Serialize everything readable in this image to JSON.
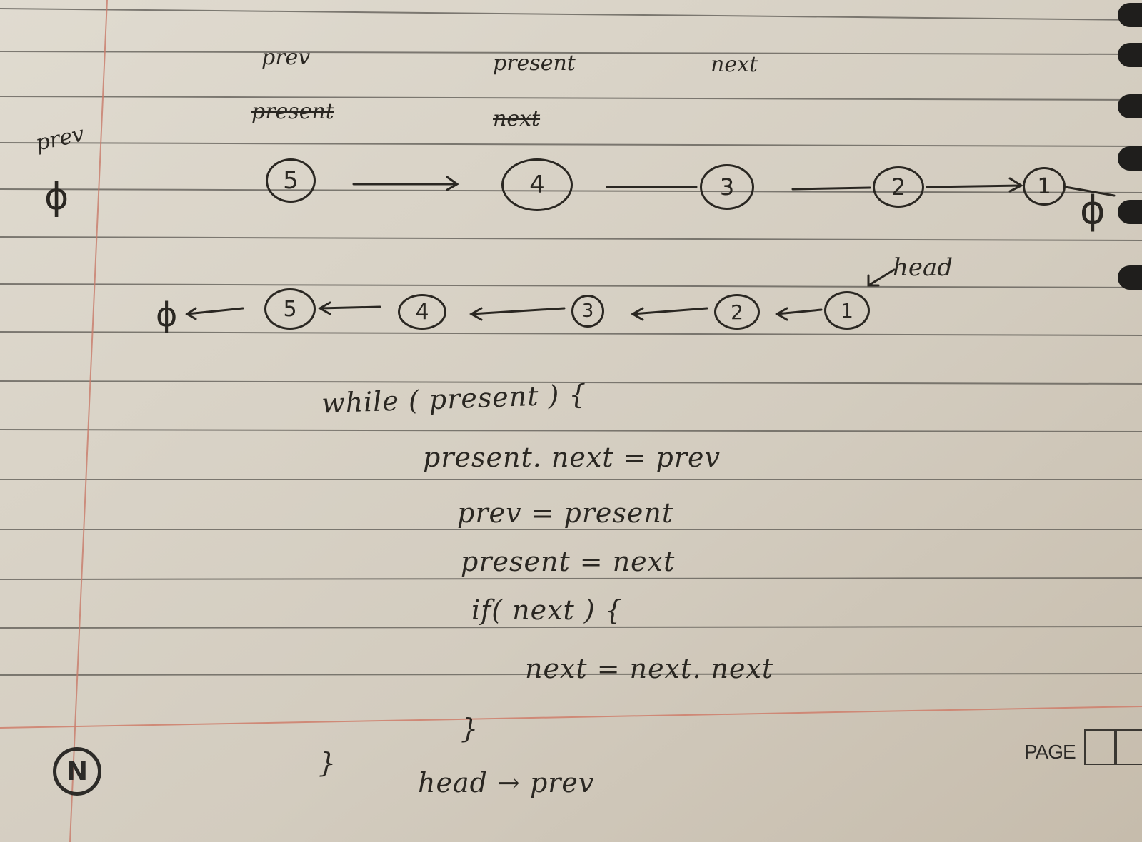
{
  "top_diagram": {
    "left_label": "prev",
    "left_null": "ϕ",
    "labels_over_5": {
      "top": "prev",
      "struck": "present"
    },
    "labels_over_4": {
      "top": "present",
      "struck": "next"
    },
    "label_over_3": "next",
    "nodes": [
      "5",
      "4",
      "3",
      "2",
      "1"
    ],
    "end_null": "ϕ"
  },
  "reversed_diagram": {
    "head_label": "head",
    "start_null": "ϕ",
    "nodes": [
      "5",
      "4",
      "3",
      "2",
      "1"
    ]
  },
  "code": {
    "line1": "while ( present ) {",
    "line2": "present. next = prev",
    "line3": "prev = present",
    "line4": "present = next",
    "line5": "if( next ) {",
    "line6": "next = next. next",
    "line7": "}",
    "line8": "}",
    "line9": "head → prev"
  },
  "footer": {
    "page_label": "PAGE",
    "logo_text": "N"
  }
}
